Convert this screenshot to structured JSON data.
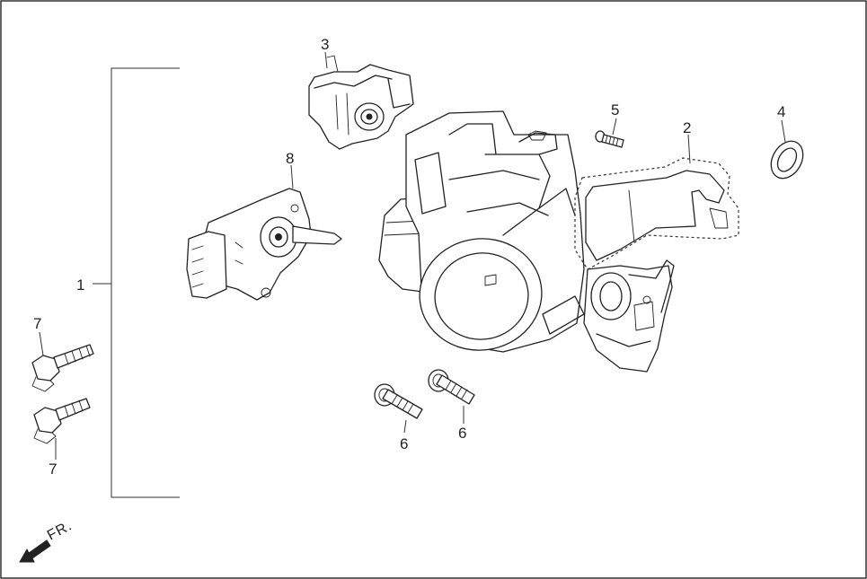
{
  "diagram": {
    "callouts": {
      "c1": "1",
      "c2": "2",
      "c3": "3",
      "c4": "4",
      "c5": "5",
      "c6a": "6",
      "c6b": "6",
      "c7a": "7",
      "c7b": "7",
      "c8": "8"
    },
    "front_marker": "FR."
  }
}
